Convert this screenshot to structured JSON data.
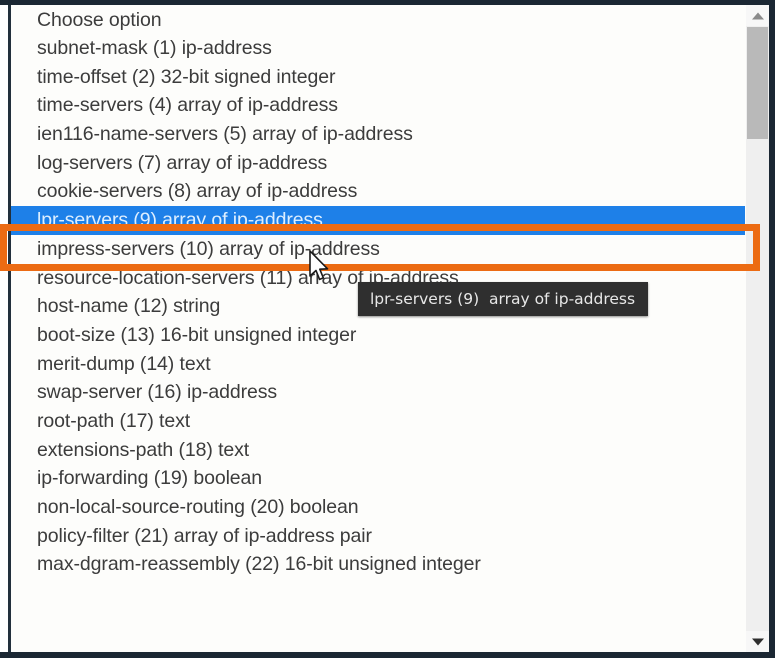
{
  "listbox": {
    "placeholder_label": "Choose option",
    "options": [
      {
        "label": "Choose option",
        "selected": false
      },
      {
        "label": "subnet-mask (1) ip-address",
        "selected": false
      },
      {
        "label": "time-offset (2) 32-bit signed integer",
        "selected": false
      },
      {
        "label": "time-servers (4) array of ip-address",
        "selected": false
      },
      {
        "label": "ien116-name-servers (5) array of ip-address",
        "selected": false
      },
      {
        "label": "log-servers (7) array of ip-address",
        "selected": false
      },
      {
        "label": "cookie-servers (8) array of ip-address",
        "selected": false
      },
      {
        "label": "lpr-servers (9) array of ip-address",
        "selected": true
      },
      {
        "label": "impress-servers (10) array of ip-address",
        "selected": false
      },
      {
        "label": "resource-location-servers (11) array of ip-address",
        "selected": false
      },
      {
        "label": "host-name (12) string",
        "selected": false
      },
      {
        "label": "boot-size (13) 16-bit unsigned integer",
        "selected": false
      },
      {
        "label": "merit-dump (14) text",
        "selected": false
      },
      {
        "label": "swap-server (16) ip-address",
        "selected": false
      },
      {
        "label": "root-path (17) text",
        "selected": false
      },
      {
        "label": "extensions-path (18) text",
        "selected": false
      },
      {
        "label": "ip-forwarding (19) boolean",
        "selected": false
      },
      {
        "label": "non-local-source-routing (20) boolean",
        "selected": false
      },
      {
        "label": "policy-filter (21) array of ip-address pair",
        "selected": false
      },
      {
        "label": "max-dgram-reassembly (22) 16-bit unsigned integer",
        "selected": false
      }
    ],
    "selected_value": "lpr-servers (9) array of ip-address"
  },
  "tooltip": {
    "text": "lpr-servers (9)  array of ip-address"
  },
  "annotation": {
    "color": "#ec6b13",
    "target": "lpr-servers (9) array of ip-address"
  },
  "colors": {
    "selection_blue": "#1e80e8",
    "selection_text": "#ddeeff",
    "annotation_orange": "#ec6b13",
    "tooltip_background": "#2f2f2f",
    "tooltip_text": "#e8e8e8",
    "option_text": "#3c3c3c",
    "list_background": "#fdfdfb",
    "frame": "#1b2733",
    "scrollbar_track": "#efefef",
    "scrollbar_thumb": "#b9b9b9"
  },
  "scrollbar": {
    "up_arrow": "scroll-up-arrow",
    "down_arrow": "scroll-down-arrow"
  },
  "cursor": {
    "icon": "mouse-pointer-arrow"
  }
}
